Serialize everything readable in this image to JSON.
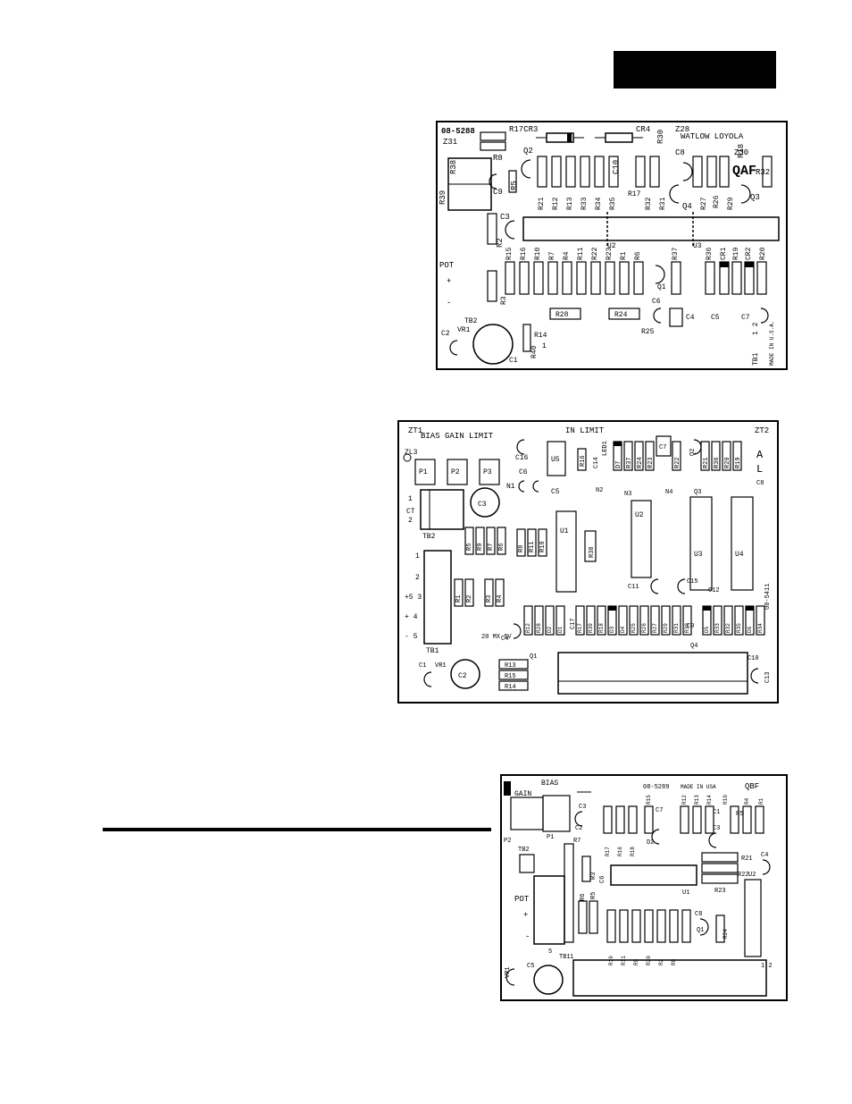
{
  "page_tab": {
    "color": "#000000"
  },
  "boards": [
    {
      "id": "QAF",
      "labels": {
        "part_no": "08-5288",
        "brand": "WATLOW LOYOLA",
        "code": "QAF",
        "pot": "POT",
        "plus": "+",
        "minus": "-",
        "tb": "TB1",
        "tb_pins": "1 2",
        "made_in": "MADE IN U.S.A.",
        "tb2": "TB2",
        "vr": "VR1",
        "pin1": "1",
        "pin1b": "1"
      },
      "components": {
        "top_row": [
          "R21",
          "R12",
          "R13",
          "R33",
          "R34",
          "R35",
          "R17",
          "R32",
          "R31",
          "R27",
          "R26",
          "R29"
        ],
        "mid_row": [
          "R15",
          "R16",
          "R10",
          "R7",
          "R4",
          "R11",
          "R22",
          "R23",
          "R1",
          "R6",
          "R37",
          "R36",
          "CR1",
          "R19",
          "CR2",
          "R20"
        ],
        "misc": [
          "R17CR3",
          "CR4",
          "Z28",
          "R30",
          "Z31",
          "R8",
          "Q2",
          "C8",
          "Z30",
          "R18",
          "R32",
          "R39",
          "R38",
          "C9",
          "R5",
          "C10",
          "Q4",
          "Q3",
          "C3",
          "R2",
          "U2",
          "U3",
          "Q1",
          "C6",
          "R3",
          "R28",
          "R24",
          "R25",
          "C4",
          "C5",
          "C7",
          "C2",
          "C1",
          "R14",
          "R40"
        ]
      }
    },
    {
      "id": "08-5411",
      "labels": {
        "zt1": "ZT1",
        "zt2": "ZT2",
        "title": "BIAS  GAIN  LIMIT",
        "in_limit": "IN  LIMIT",
        "led": "LED1",
        "zl3": "ZL3",
        "a": "A",
        "l": "L",
        "ct": "CT",
        "tb2": "TB2",
        "tb1": "TB1",
        "part_no": "08-5411",
        "mx": "20 MX 5V",
        "tb1_pins": [
          "1",
          "2",
          "+5 3",
          "+ 4",
          "- 5"
        ]
      },
      "components": {
        "pots": [
          "P1",
          "P2",
          "P3"
        ],
        "ics": [
          "U5",
          "U1",
          "U2",
          "U3",
          "U4"
        ],
        "resistors_left": [
          "R5",
          "R9",
          "R7",
          "R6",
          "R8",
          "R11",
          "R10",
          "R38",
          "R1",
          "R2",
          "R3",
          "R4"
        ],
        "resistors_top": [
          "R16",
          "D7",
          "R37",
          "R24",
          "R23",
          "R22",
          "R21",
          "R36",
          "R20",
          "R19"
        ],
        "resistors_bottom": [
          "R12",
          "R28",
          "D2",
          "D1",
          "R17",
          "R39",
          "R18",
          "D3",
          "D4",
          "R25",
          "R26",
          "R27",
          "R29",
          "R31",
          "R30",
          "D5",
          "R33",
          "R32",
          "R35",
          "D6",
          "R34"
        ],
        "res_stack": [
          "R13",
          "R15",
          "R14"
        ],
        "misc": [
          "C16",
          "C14",
          "C7",
          "Q2",
          "C8",
          "C6",
          "C5",
          "N1",
          "N2",
          "N3",
          "N4",
          "Q3",
          "C3",
          "C11",
          "C15",
          "C12",
          "C9",
          "C17",
          "C4",
          "Q1",
          "C10",
          "C13",
          "VR1",
          "C1",
          "C2",
          "Q4"
        ]
      }
    },
    {
      "id": "QBF",
      "labels": {
        "part_no": "08-5289",
        "made_in": "MADE IN USA",
        "code": "QBF",
        "bias": "BIAS",
        "gain": "GAIN",
        "pot": "POT",
        "plus": "+",
        "minus": "-",
        "tb2": "TB2",
        "tb1": "TB1",
        "pin5": "5",
        "pin1": "1",
        "pin12": "1 2",
        "vr": "VR1",
        "c5": "C5"
      },
      "components": {
        "top_row": [
          "R17",
          "R16",
          "R18",
          "R15",
          "R12",
          "R13",
          "R14",
          "R10",
          "R4",
          "R1"
        ],
        "bottom_row": [
          "R19",
          "R11",
          "R9",
          "R20",
          "R2",
          "R8",
          "R24"
        ],
        "misc": [
          "P2",
          "P1",
          "C3",
          "C2",
          "R7",
          "R3",
          "R6",
          "R5",
          "C6",
          "C7",
          "D2",
          "C1",
          "C3",
          "R21",
          "R22",
          "R23",
          "U1",
          "U2",
          "C4",
          "C8",
          "Q1",
          "R5"
        ]
      }
    }
  ]
}
